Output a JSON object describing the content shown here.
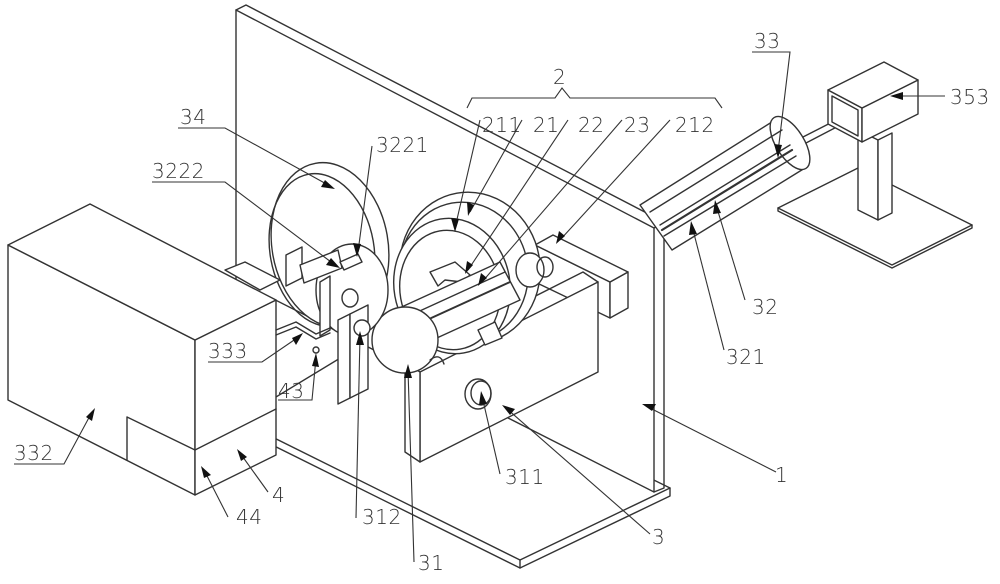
{
  "figure": {
    "colors": {
      "line": "#333333",
      "background": "#ffffff",
      "arrow": "#111111"
    },
    "labels": {
      "group_2": "2",
      "l211": "211",
      "l21": "21",
      "l22": "22",
      "l23": "23",
      "l212": "212",
      "l33": "33",
      "l353": "353",
      "l34": "34",
      "l3221": "3221",
      "l3222": "3222",
      "l333": "333",
      "l43": "43",
      "l332": "332",
      "l4": "4",
      "l44": "44",
      "l312": "312",
      "l31": "31",
      "l311": "311",
      "l3": "3",
      "l1": "1",
      "l321": "321",
      "l32": "32"
    }
  }
}
